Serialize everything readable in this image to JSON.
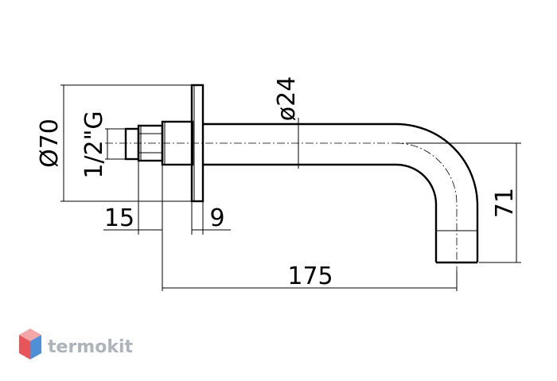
{
  "dimensions": {
    "flange_diameter": "Ø70",
    "thread": "1/2\"G",
    "spout_diameter": "ø24",
    "thread_length": "15",
    "flange_thickness": "9",
    "total_length": "175",
    "height": "71"
  },
  "brand": {
    "name": "termokit",
    "logo_colors": [
      "#e8555b",
      "#4f8fd6",
      "#f3a6a8",
      "#a9c8ee"
    ]
  }
}
